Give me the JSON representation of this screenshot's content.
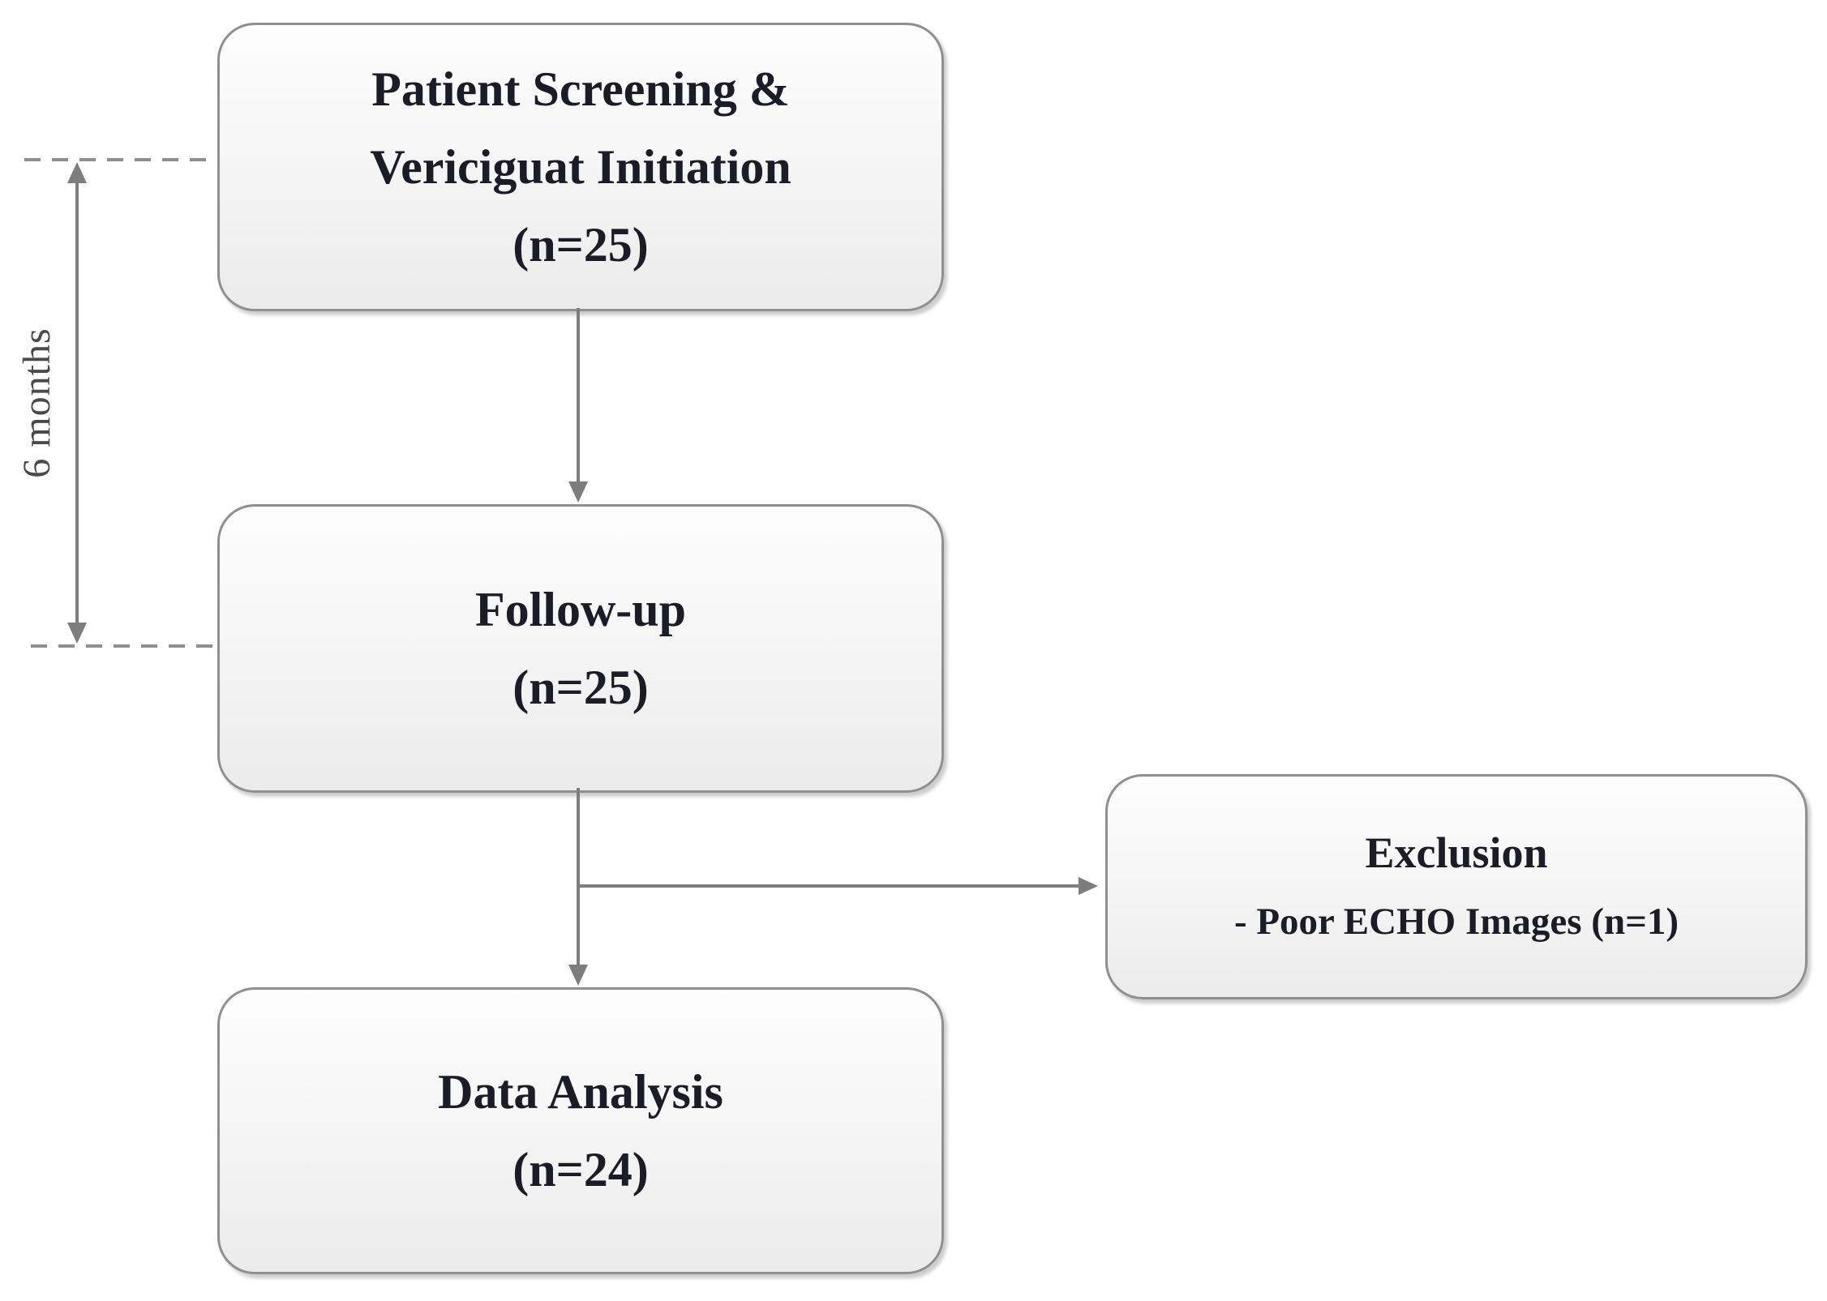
{
  "boxes": {
    "screening": {
      "lines": [
        "Patient Screening &",
        "Vericiguat Initiation",
        "(n=25)"
      ]
    },
    "followup": {
      "lines": [
        "Follow-up",
        "(n=25)"
      ]
    },
    "analysis": {
      "lines": [
        "Data Analysis",
        "(n=24)"
      ]
    },
    "exclusion": {
      "title": "Exclusion",
      "detail": "- Poor ECHO Images (n=1)"
    }
  },
  "labels": {
    "interval": "6 months"
  },
  "colors": {
    "box_border": "#8f8f8f",
    "box_fill_top": "#fdfdfd",
    "box_fill_bottom": "#ebebeb",
    "connector": "#7d7d7d",
    "dashed": "#8f8f8f",
    "text": "#1c1c26",
    "label": "#4a4a4a"
  }
}
